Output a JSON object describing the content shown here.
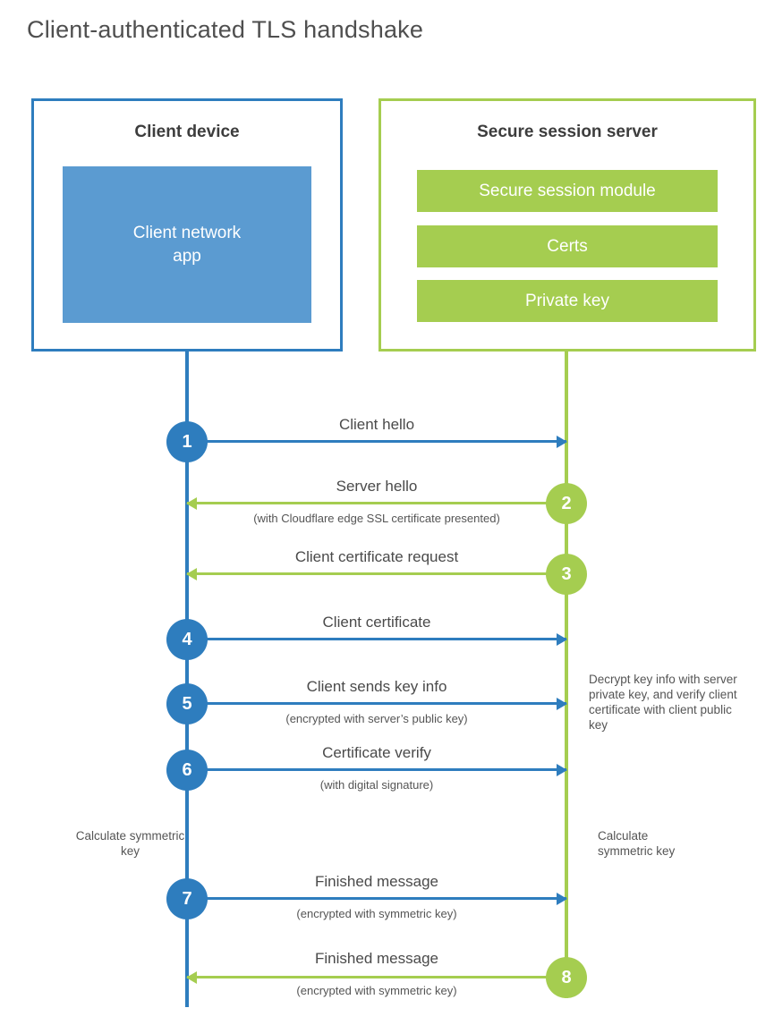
{
  "title": "Client-authenticated TLS handshake",
  "client_box": {
    "title": "Client device",
    "app_label": "Client network app"
  },
  "server_box": {
    "title": "Secure session server",
    "modules": [
      "Secure session module",
      "Certs",
      "Private key"
    ]
  },
  "steps": [
    {
      "num": "1",
      "label": "Client hello",
      "sub": "",
      "direction": "client-to-server"
    },
    {
      "num": "2",
      "label": "Server hello",
      "sub": "(with Cloudflare edge SSL certificate presented)",
      "direction": "server-to-client"
    },
    {
      "num": "3",
      "label": "Client certificate request",
      "sub": "",
      "direction": "server-to-client"
    },
    {
      "num": "4",
      "label": "Client certificate",
      "sub": "",
      "direction": "client-to-server"
    },
    {
      "num": "5",
      "label": "Client sends key info",
      "sub": "(encrypted with server’s public key)",
      "direction": "client-to-server"
    },
    {
      "num": "6",
      "label": "Certificate verify",
      "sub": "(with digital signature)",
      "direction": "client-to-server"
    },
    {
      "num": "7",
      "label": "Finished message",
      "sub": "(encrypted with symmetric key)",
      "direction": "client-to-server"
    },
    {
      "num": "8",
      "label": "Finished message",
      "sub": "(encrypted with symmetric key)",
      "direction": "server-to-client"
    }
  ],
  "notes": {
    "decrypt_note": "Decrypt key info with server private key, and verify client certificate with client public key",
    "client_calc_note": "Calculate symmetric key",
    "server_calc_note": "Calculate symmetric key"
  },
  "colors": {
    "blue": "#2e7dbe",
    "blue_fill": "#5b9bd1",
    "green": "#a5cd50",
    "text": "#4a4a4a"
  }
}
